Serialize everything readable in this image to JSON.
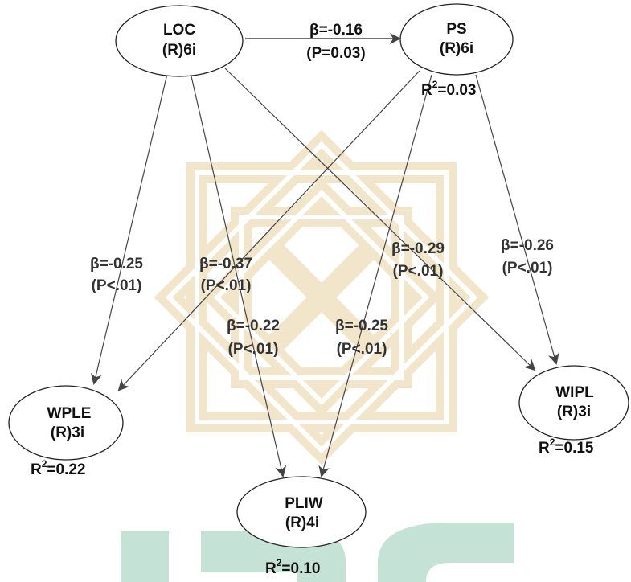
{
  "colors": {
    "watermark_gold": "#e6d3a0",
    "watermark_green": "#6fb89a",
    "arrow": "#444444",
    "ellipse_stroke": "#222222"
  },
  "icons": [
    "watermark-logo-icon"
  ],
  "nodes": [
    {
      "id": "loc",
      "name": "LOC",
      "sub": "(R)6i"
    },
    {
      "id": "ps",
      "name": "PS",
      "sub": "(R)6i"
    },
    {
      "id": "wple",
      "name": "WPLE",
      "sub": "(R)3i"
    },
    {
      "id": "pliw",
      "name": "PLIW",
      "sub": "(R)4i"
    },
    {
      "id": "wipl",
      "name": "WIPL",
      "sub": "(R)3i"
    }
  ],
  "r_squared": [
    {
      "node": "ps",
      "prefix": "R",
      "sup": "2",
      "value": "=0.03"
    },
    {
      "node": "wple",
      "prefix": "R",
      "sup": "2",
      "value": "=0.22"
    },
    {
      "node": "wipl",
      "prefix": "R",
      "sup": "2",
      "value": "=0.15"
    },
    {
      "node": "pliw",
      "prefix": "R",
      "sup": "2",
      "value": "=0.10"
    }
  ],
  "paths": [
    {
      "from": "loc",
      "to": "ps",
      "beta": "β=-0.16",
      "p": "(P=0.03)"
    },
    {
      "from": "loc",
      "to": "wple",
      "beta": "β=-0.25",
      "p": "(P<.01)"
    },
    {
      "from": "ps",
      "to": "wple",
      "beta": "β=-0.37",
      "p": "(P<.01)"
    },
    {
      "from": "loc",
      "to": "pliw",
      "beta": "β=-0.22",
      "p": "(P<.01)"
    },
    {
      "from": "ps",
      "to": "pliw",
      "beta": "β=-0.25",
      "p": "(P<.01)"
    },
    {
      "from": "loc",
      "to": "wipl",
      "beta": "β=-0.29",
      "p": "(P<.01)"
    },
    {
      "from": "ps",
      "to": "wipl",
      "beta": "β=-0.26",
      "p": "(P<.01)"
    }
  ]
}
